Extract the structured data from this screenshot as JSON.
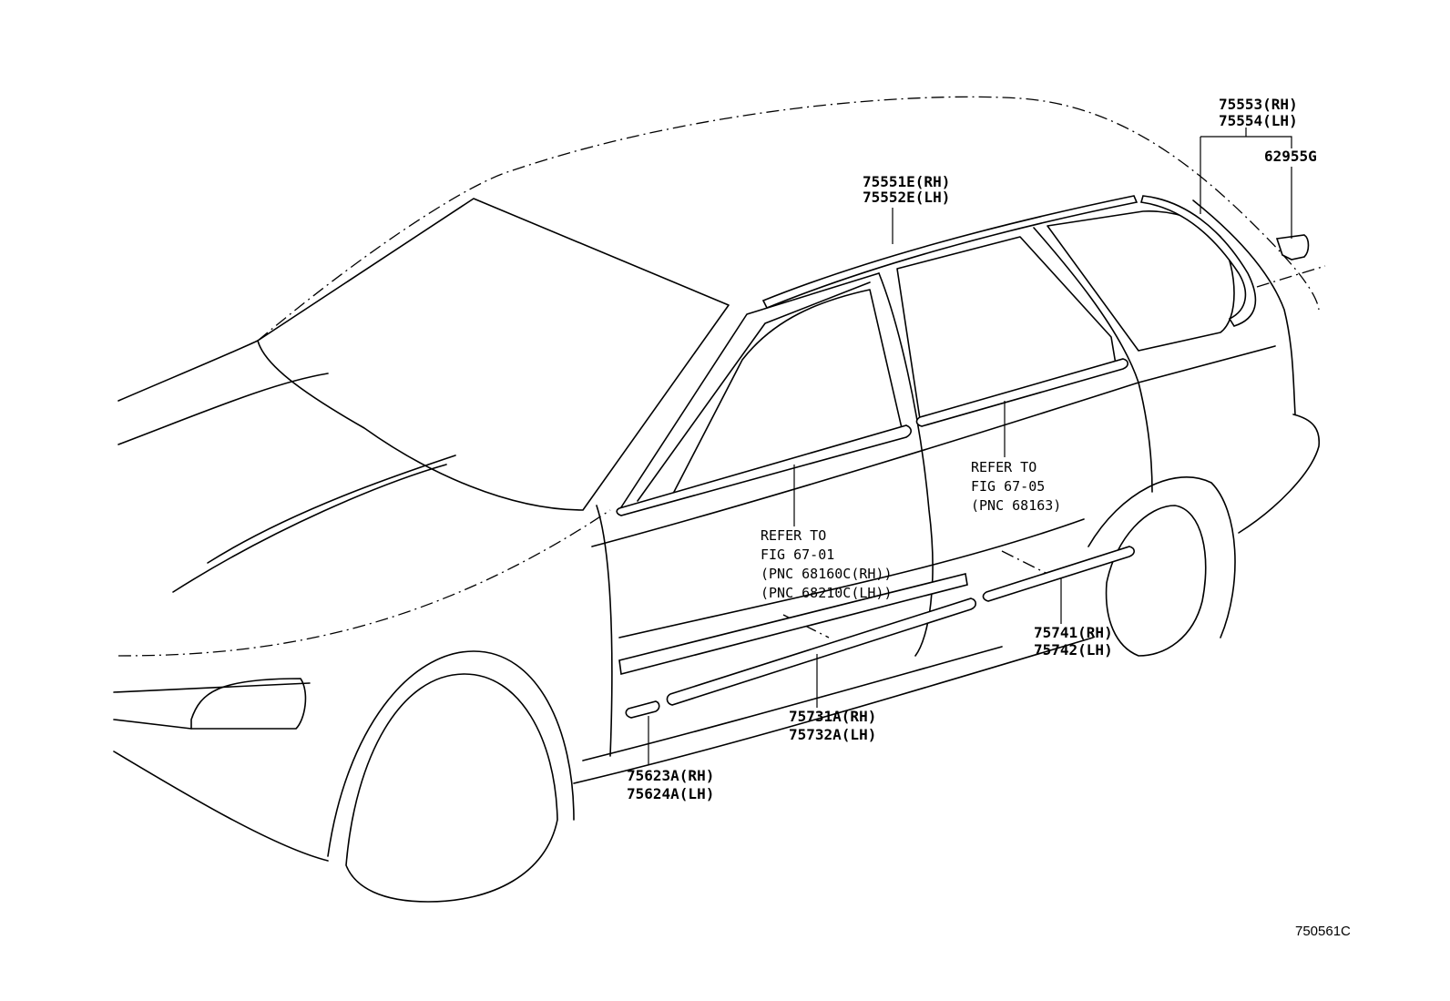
{
  "diagram_id": "750561C",
  "callouts": {
    "roof_rear_molding": [
      "75553(RH)",
      "75554(LH)"
    ],
    "clip": "62955G",
    "roof_drip_molding": [
      "75551E(RH)",
      "75552E(LH)"
    ],
    "front_door_refer": [
      "REFER TO",
      "FIG 67-01",
      "(PNC 68160C(RH))",
      "(PNC 68210C(LH))"
    ],
    "rear_door_refer": [
      "REFER TO",
      "FIG 67-05",
      "(PNC 68163)"
    ],
    "rear_door_side_molding": [
      "75741(RH)",
      "75742(LH)"
    ],
    "front_door_side_molding": [
      "75731A(RH)",
      "75732A(LH)"
    ],
    "fender_molding": [
      "75623A(RH)",
      "75624A(LH)"
    ]
  }
}
